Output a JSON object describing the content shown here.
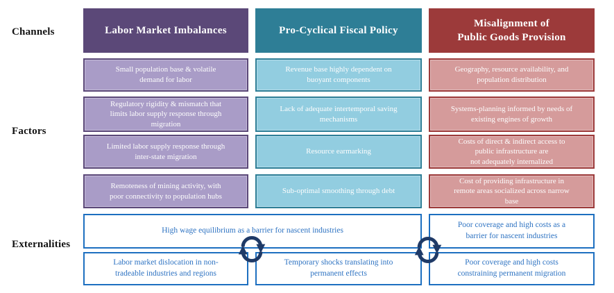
{
  "row_labels": {
    "channels": "Channels",
    "factors": "Factors",
    "externalities": "Externalities"
  },
  "columns": [
    {
      "id": "labor-market-imbalances",
      "header": "Labor Market Imbalances",
      "colors": {
        "dark": "#5b4878",
        "light": "#a99cc7"
      },
      "factors": [
        "Small population base & volatile\ndemand for labor",
        "Regulatory rigidity & mismatch that\nlimits labor supply response through\nmigration",
        "Limited labor supply response through\ninter-state migration",
        "Remoteness of mining activity, with\npoor connectivity to population hubs"
      ]
    },
    {
      "id": "pro-cyclical-fiscal-policy",
      "header": "Pro-Cyclical Fiscal Policy",
      "colors": {
        "dark": "#2e7e96",
        "light": "#92cde0"
      },
      "factors": [
        "Revenue base highly dependent on\nbuoyant components",
        "Lack of adequate intertemporal saving\nmechanisms",
        "Resource earmarking",
        "Sub-optimal smoothing through debt"
      ]
    },
    {
      "id": "misalignment-public-goods",
      "header": "Misalignment of\nPublic Goods Provision",
      "colors": {
        "dark": "#9c3a3a",
        "light": "#d59b9b"
      },
      "factors": [
        "Geography, resource availability, and\npopulation distribution",
        "Systems-planning informed by needs of\nexisting engines of growth",
        "Costs of direct & indirect access to\npublic infrastructure are\nnot adequately internalized",
        "Cost of providing infrastructure in\nremote areas socialized across narrow\nbase"
      ]
    }
  ],
  "externalities": {
    "wide": "High wage equilibrium as a barrier for nascent industries",
    "right_top": "Poor coverage and high costs as a\nbarrier for nascent industries",
    "bottom": [
      "Labor market dislocation in non-\ntradeable industries and regions",
      "Temporary shocks translating into\npermanent effects",
      "Poor coverage and high costs\nconstraining permanent migration"
    ]
  },
  "icons": [
    {
      "name": "cycle-arrows-icon",
      "meaning": "feedback loop between externalities"
    },
    {
      "name": "cycle-arrows-icon",
      "meaning": "feedback loop between externalities"
    }
  ],
  "colors": {
    "externality_border": "#1d6fc0",
    "externality_text": "#2e73c2",
    "cycle_icon": "#1f3a67",
    "label_text": "#131313",
    "background": "#ffffff"
  }
}
